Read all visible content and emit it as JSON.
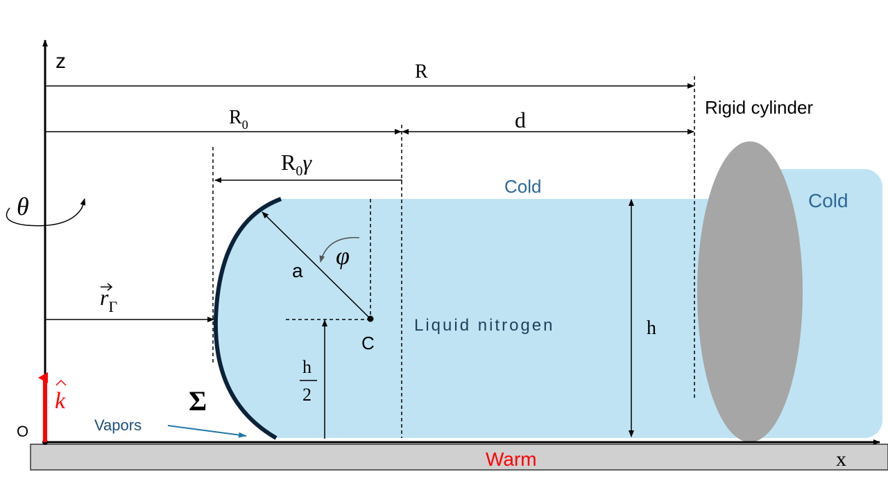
{
  "labels": {
    "z_axis": "z",
    "x_axis": "x",
    "origin": "O",
    "R": "R",
    "R0": "R",
    "R0_sub": "0",
    "R0_gamma_main": "R",
    "R0_gamma_sub": "0",
    "R0_gamma_greek": "γ",
    "d": "d",
    "rigid_cylinder": "Rigid cylinder",
    "cold_top": "Cold",
    "cold_right": "Cold",
    "theta": "θ",
    "phi": "φ",
    "a": "a",
    "r_gamma_main": "r",
    "r_gamma_sub": "Γ",
    "center": "C",
    "liquid_nitrogen": "Liquid nitrogen",
    "h": "h",
    "half_h_num": "h",
    "half_h_den": "2",
    "sigma": "Σ",
    "vapors": "Vapors",
    "k_hat": "k",
    "warm": "Warm"
  },
  "colors": {
    "liquid": "#bfe3f3",
    "cylinder": "#a6a6a6",
    "ground": "#d0d0d0",
    "interface": "#0c2238",
    "cold_text": "#2e6796",
    "warm_text": "#ff0000",
    "k_vector": "#ff0000",
    "vapors_text": "#1f4e79",
    "vapors_arrow": "#1f78a8"
  }
}
